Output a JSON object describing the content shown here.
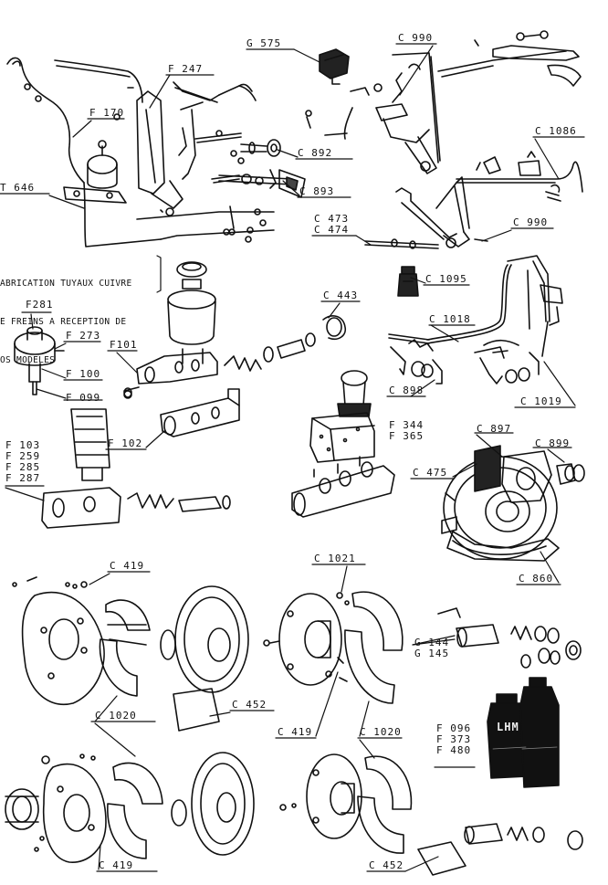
{
  "labels": {
    "g575": "G 575",
    "c990_top": "C 990",
    "f247": "F 247",
    "f170": "F 170",
    "c1086": "C 1086",
    "c892": "C 892",
    "t646": "T 646",
    "c893": "C 893",
    "c473": "C 473",
    "c474": "C 474",
    "c990_mid": "C 990",
    "c1095": "C 1095",
    "c443": "C 443",
    "f281": "F281",
    "f273": "F 273",
    "c1018": "C 1018",
    "f101": "F101",
    "f100": "F 100",
    "c898": "C 898",
    "c1019": "C 1019",
    "f099": "F 099",
    "f102": "F 102",
    "c897": "C 897",
    "c899": "C 899",
    "c475": "C 475",
    "c860": "C 860",
    "c419_a": "C 419",
    "c1021": "C 1021",
    "c452_a": "C 452",
    "c1020_a": "C 1020",
    "c419_b": "C 419",
    "c1020_b": "C 1020",
    "c419_c": "C 419",
    "c452_b": "C 452"
  },
  "stacks": {
    "f_group": [
      "F 103",
      "F 259",
      "F 285",
      "F 287"
    ],
    "f344": [
      "F 344",
      "F 365"
    ],
    "g144": [
      "G 144",
      "G 145"
    ],
    "f096": [
      "F 096",
      "F 373",
      "F 480"
    ]
  },
  "note": {
    "line1": "ABRICATION TUYAUX CUIVRE",
    "line2": "E FREINS A RECEPTION DE",
    "line3": "OS MODELES"
  },
  "bottle": {
    "brand": "LHM"
  }
}
